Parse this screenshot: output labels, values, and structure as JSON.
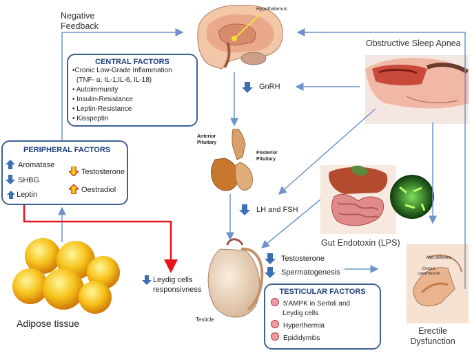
{
  "negative_feedback": [
    "Negative",
    "Feedback"
  ],
  "hypothalamus_label": "Hypothalamus",
  "osa_label": "Obstructive Sleep Apnea",
  "central": {
    "title": "CENTRAL FACTORS",
    "items": [
      "•Cronic Low-Grade Inflammation",
      "(TNF- α, IL-1,IL-6, IL-18)",
      "• Autoimmunity",
      "• Insulin-Resistance",
      "• Leptin-Resistance",
      "• Kisspeptin"
    ]
  },
  "gnrh": "GnRH",
  "pituitary": {
    "anterior": [
      "Anterior",
      "Pituitary"
    ],
    "posterior": [
      "Posterior",
      "Pituitary"
    ]
  },
  "peripheral": {
    "title": "PERIPHERAL FACTORS",
    "aromatase": "Aromatase",
    "shbg": "SHBG",
    "leptin": "Leptin",
    "testosterone": "Testosterone",
    "oestradiol": "Oestradiol"
  },
  "lh_fsh": "LH and FSH",
  "gut_label": "Gut Endotoxin (LPS)",
  "testosterone": "Testosterone",
  "spermatogenesis": "Spermatogenesis",
  "leydig": [
    "Leydig cells",
    "responsivness"
  ],
  "testicle_label": "Testicle",
  "adipose_label": "Adipose tissue",
  "testicular": {
    "title": "TESTICULAR FACTORS",
    "items": [
      "5'AMPK in Sertoli and",
      "Leydig cells",
      "Hyperthermia",
      "Epididymitis"
    ]
  },
  "penis": {
    "vas": "Vas deferens",
    "corpus": [
      "Corpus",
      "cavernosum"
    ]
  },
  "ed_label": [
    "Erectile",
    "Dysfunction"
  ],
  "colors": {
    "arrow": "#6f93c8",
    "box_border": "#3e5f95",
    "title": "#1c3f7a",
    "red": "#e8141b",
    "up_down_arrow": "#3c6eb4"
  }
}
